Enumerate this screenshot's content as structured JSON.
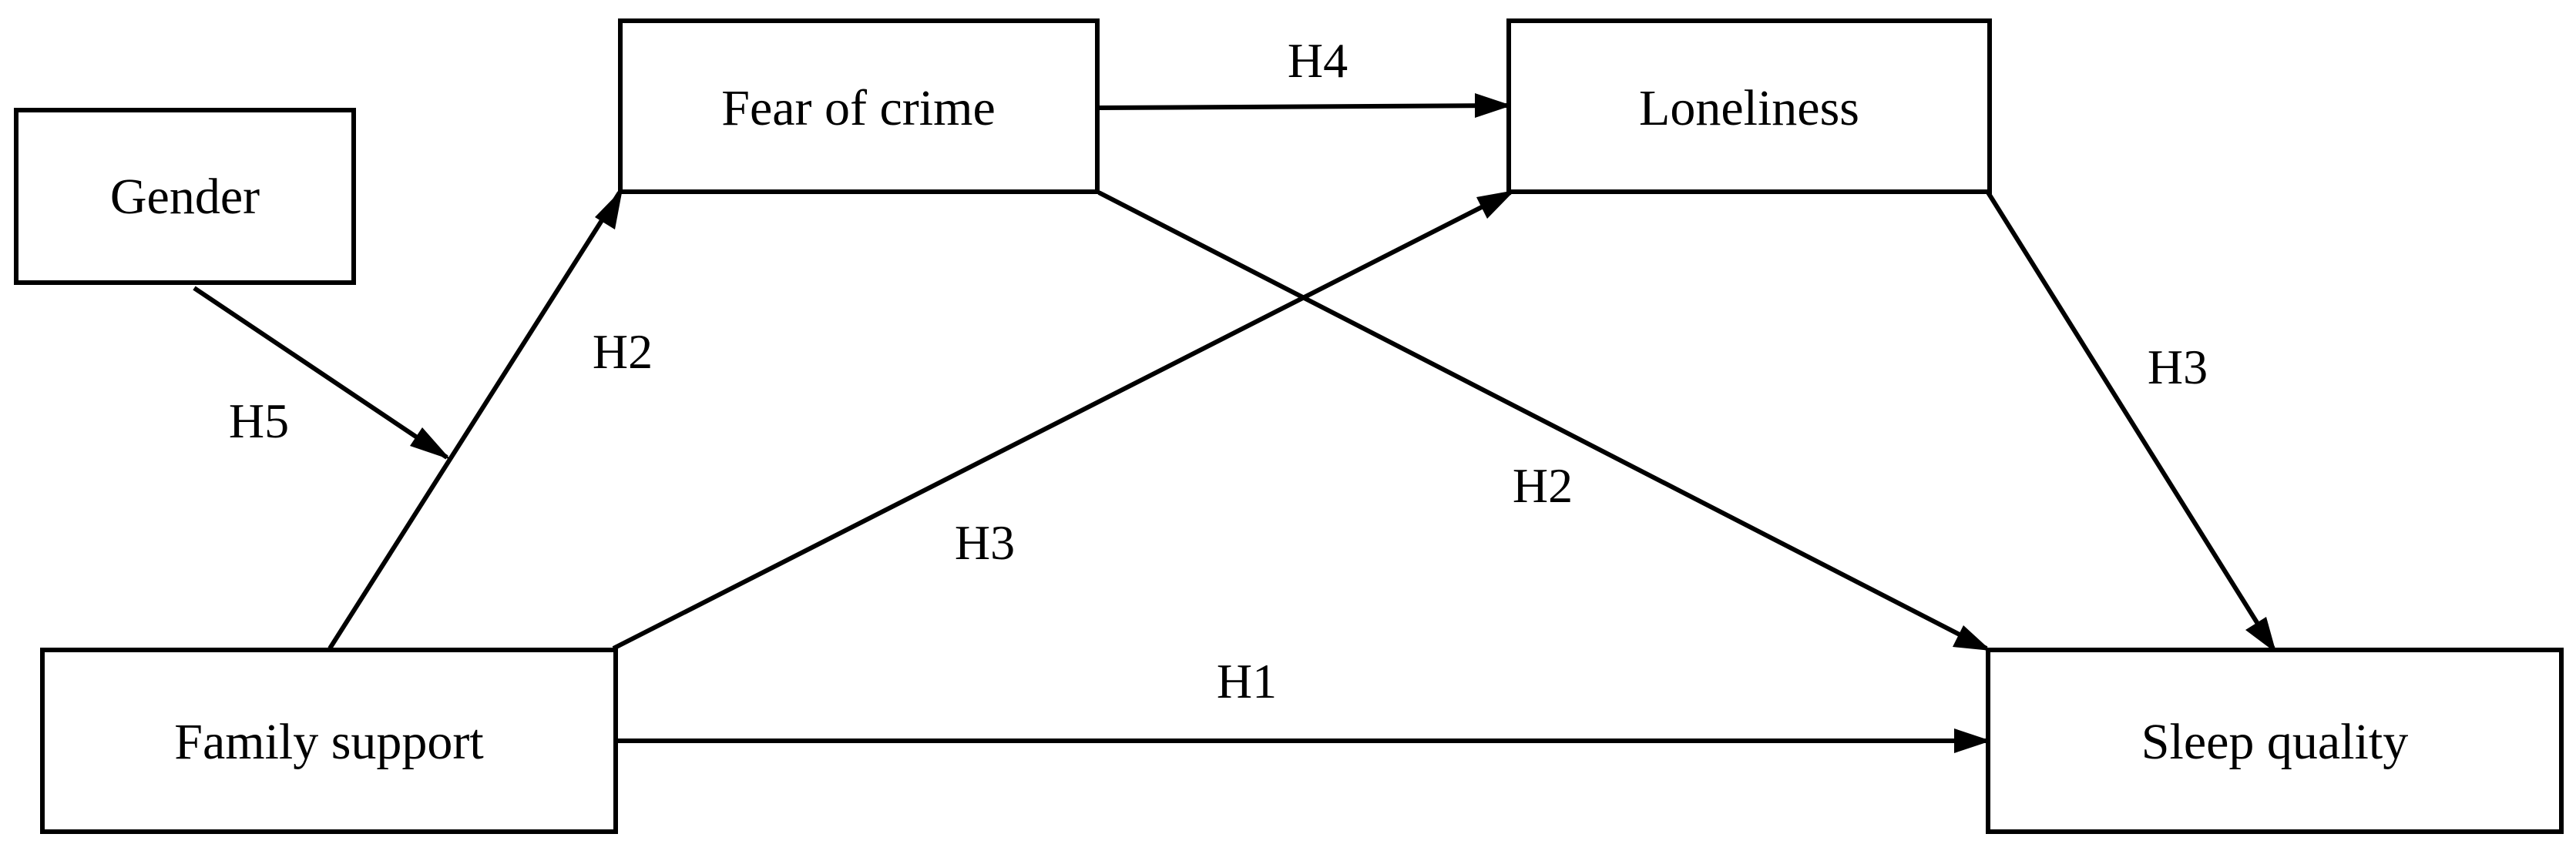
{
  "nodes": {
    "gender": "Gender",
    "fear_of_crime": "Fear of crime",
    "loneliness": "Loneliness",
    "family_support": "Family support",
    "sleep_quality": "Sleep quality"
  },
  "edges": {
    "fear_to_loneliness": "H4",
    "family_to_fear": "H2",
    "gender_moderation": "H5",
    "loneliness_to_sleep": "H3",
    "fear_to_sleep": "H2",
    "family_to_loneliness": "H3",
    "family_to_sleep": "H1"
  },
  "colors": {
    "stroke": "#000000",
    "background": "#ffffff"
  }
}
